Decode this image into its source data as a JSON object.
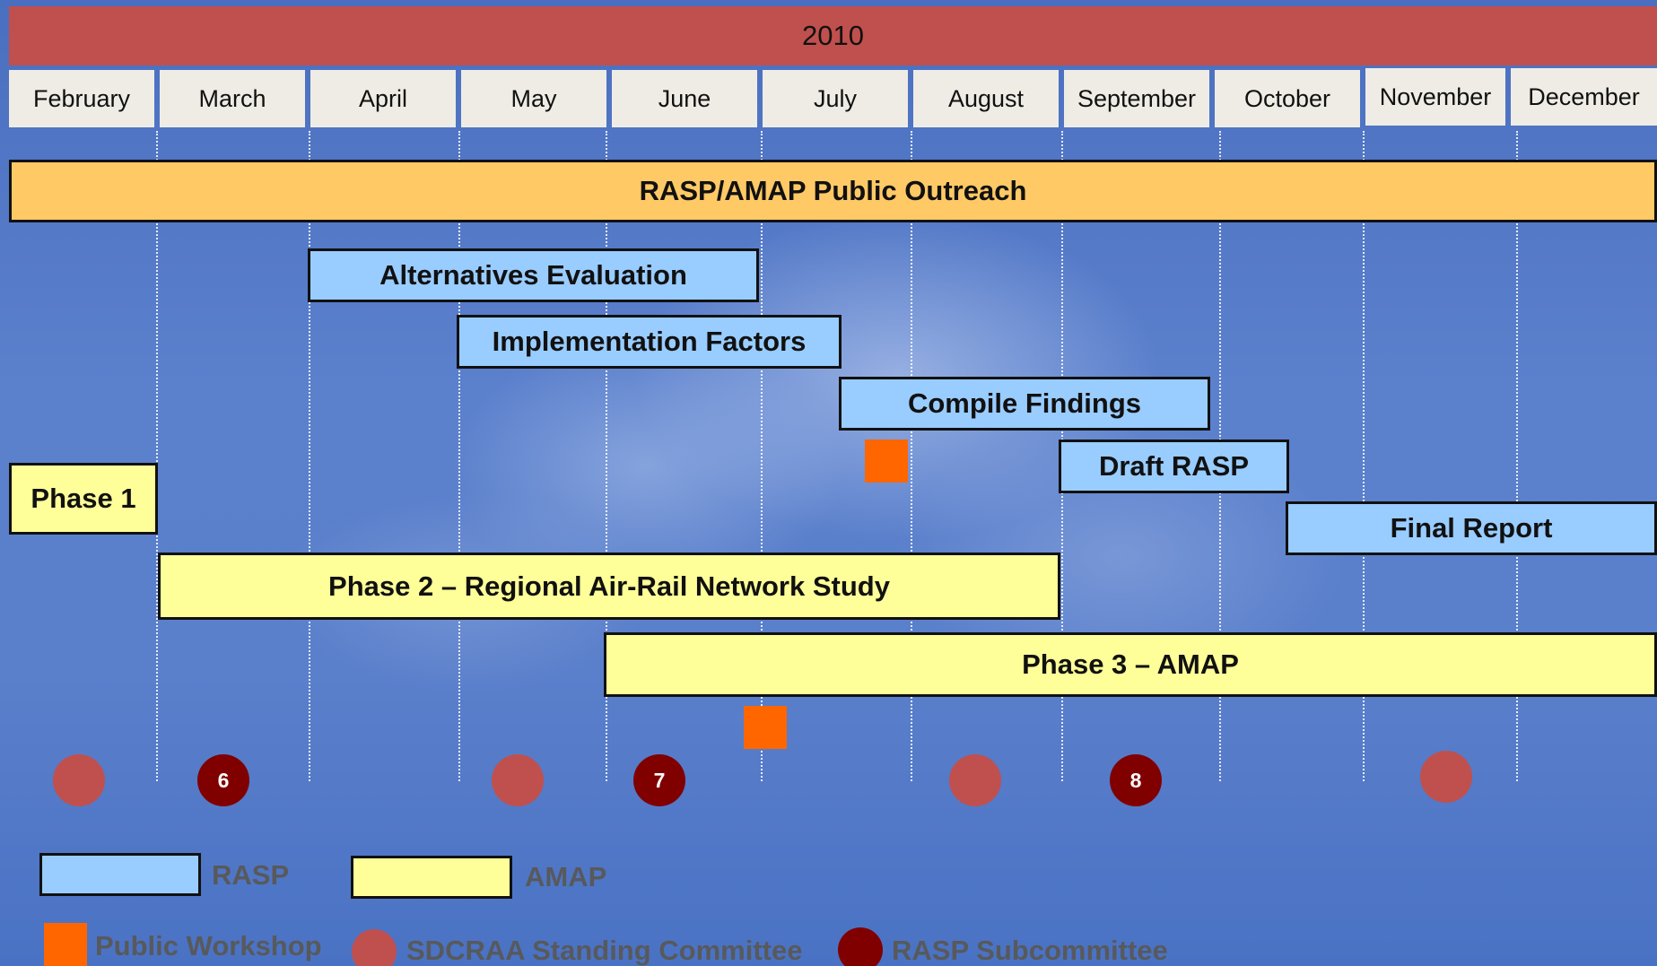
{
  "year": "2010",
  "months": [
    "February",
    "March",
    "April",
    "May",
    "June",
    "July",
    "August",
    "September",
    "October",
    "November",
    "December"
  ],
  "tasks": {
    "outreach": "RASP/AMAP Public Outreach",
    "alternatives": "Alternatives Evaluation",
    "implementation": "Implementation Factors",
    "compile": "Compile Findings",
    "draft": "Draft RASP",
    "final": "Final Report",
    "phase1": "Phase 1",
    "phase2": "Phase 2 – Regional Air-Rail Network Study",
    "phase3": "Phase 3 – AMAP"
  },
  "meetings": {
    "sub_6": "6",
    "sub_7": "7",
    "sub_8": "8"
  },
  "legend": {
    "rasp": "RASP",
    "amap": "AMAP",
    "workshop": "Public Workshop",
    "standing": "SDCRAA Standing Committee",
    "subcommittee": "RASP Subcommittee"
  },
  "colors": {
    "year_bar": "#c0504d",
    "outreach": "#ffc966",
    "rasp": "#99ccff",
    "amap": "#ffff99",
    "workshop": "#ff6600",
    "standing_committee": "#c0504d",
    "subcommittee": "#800000"
  }
}
